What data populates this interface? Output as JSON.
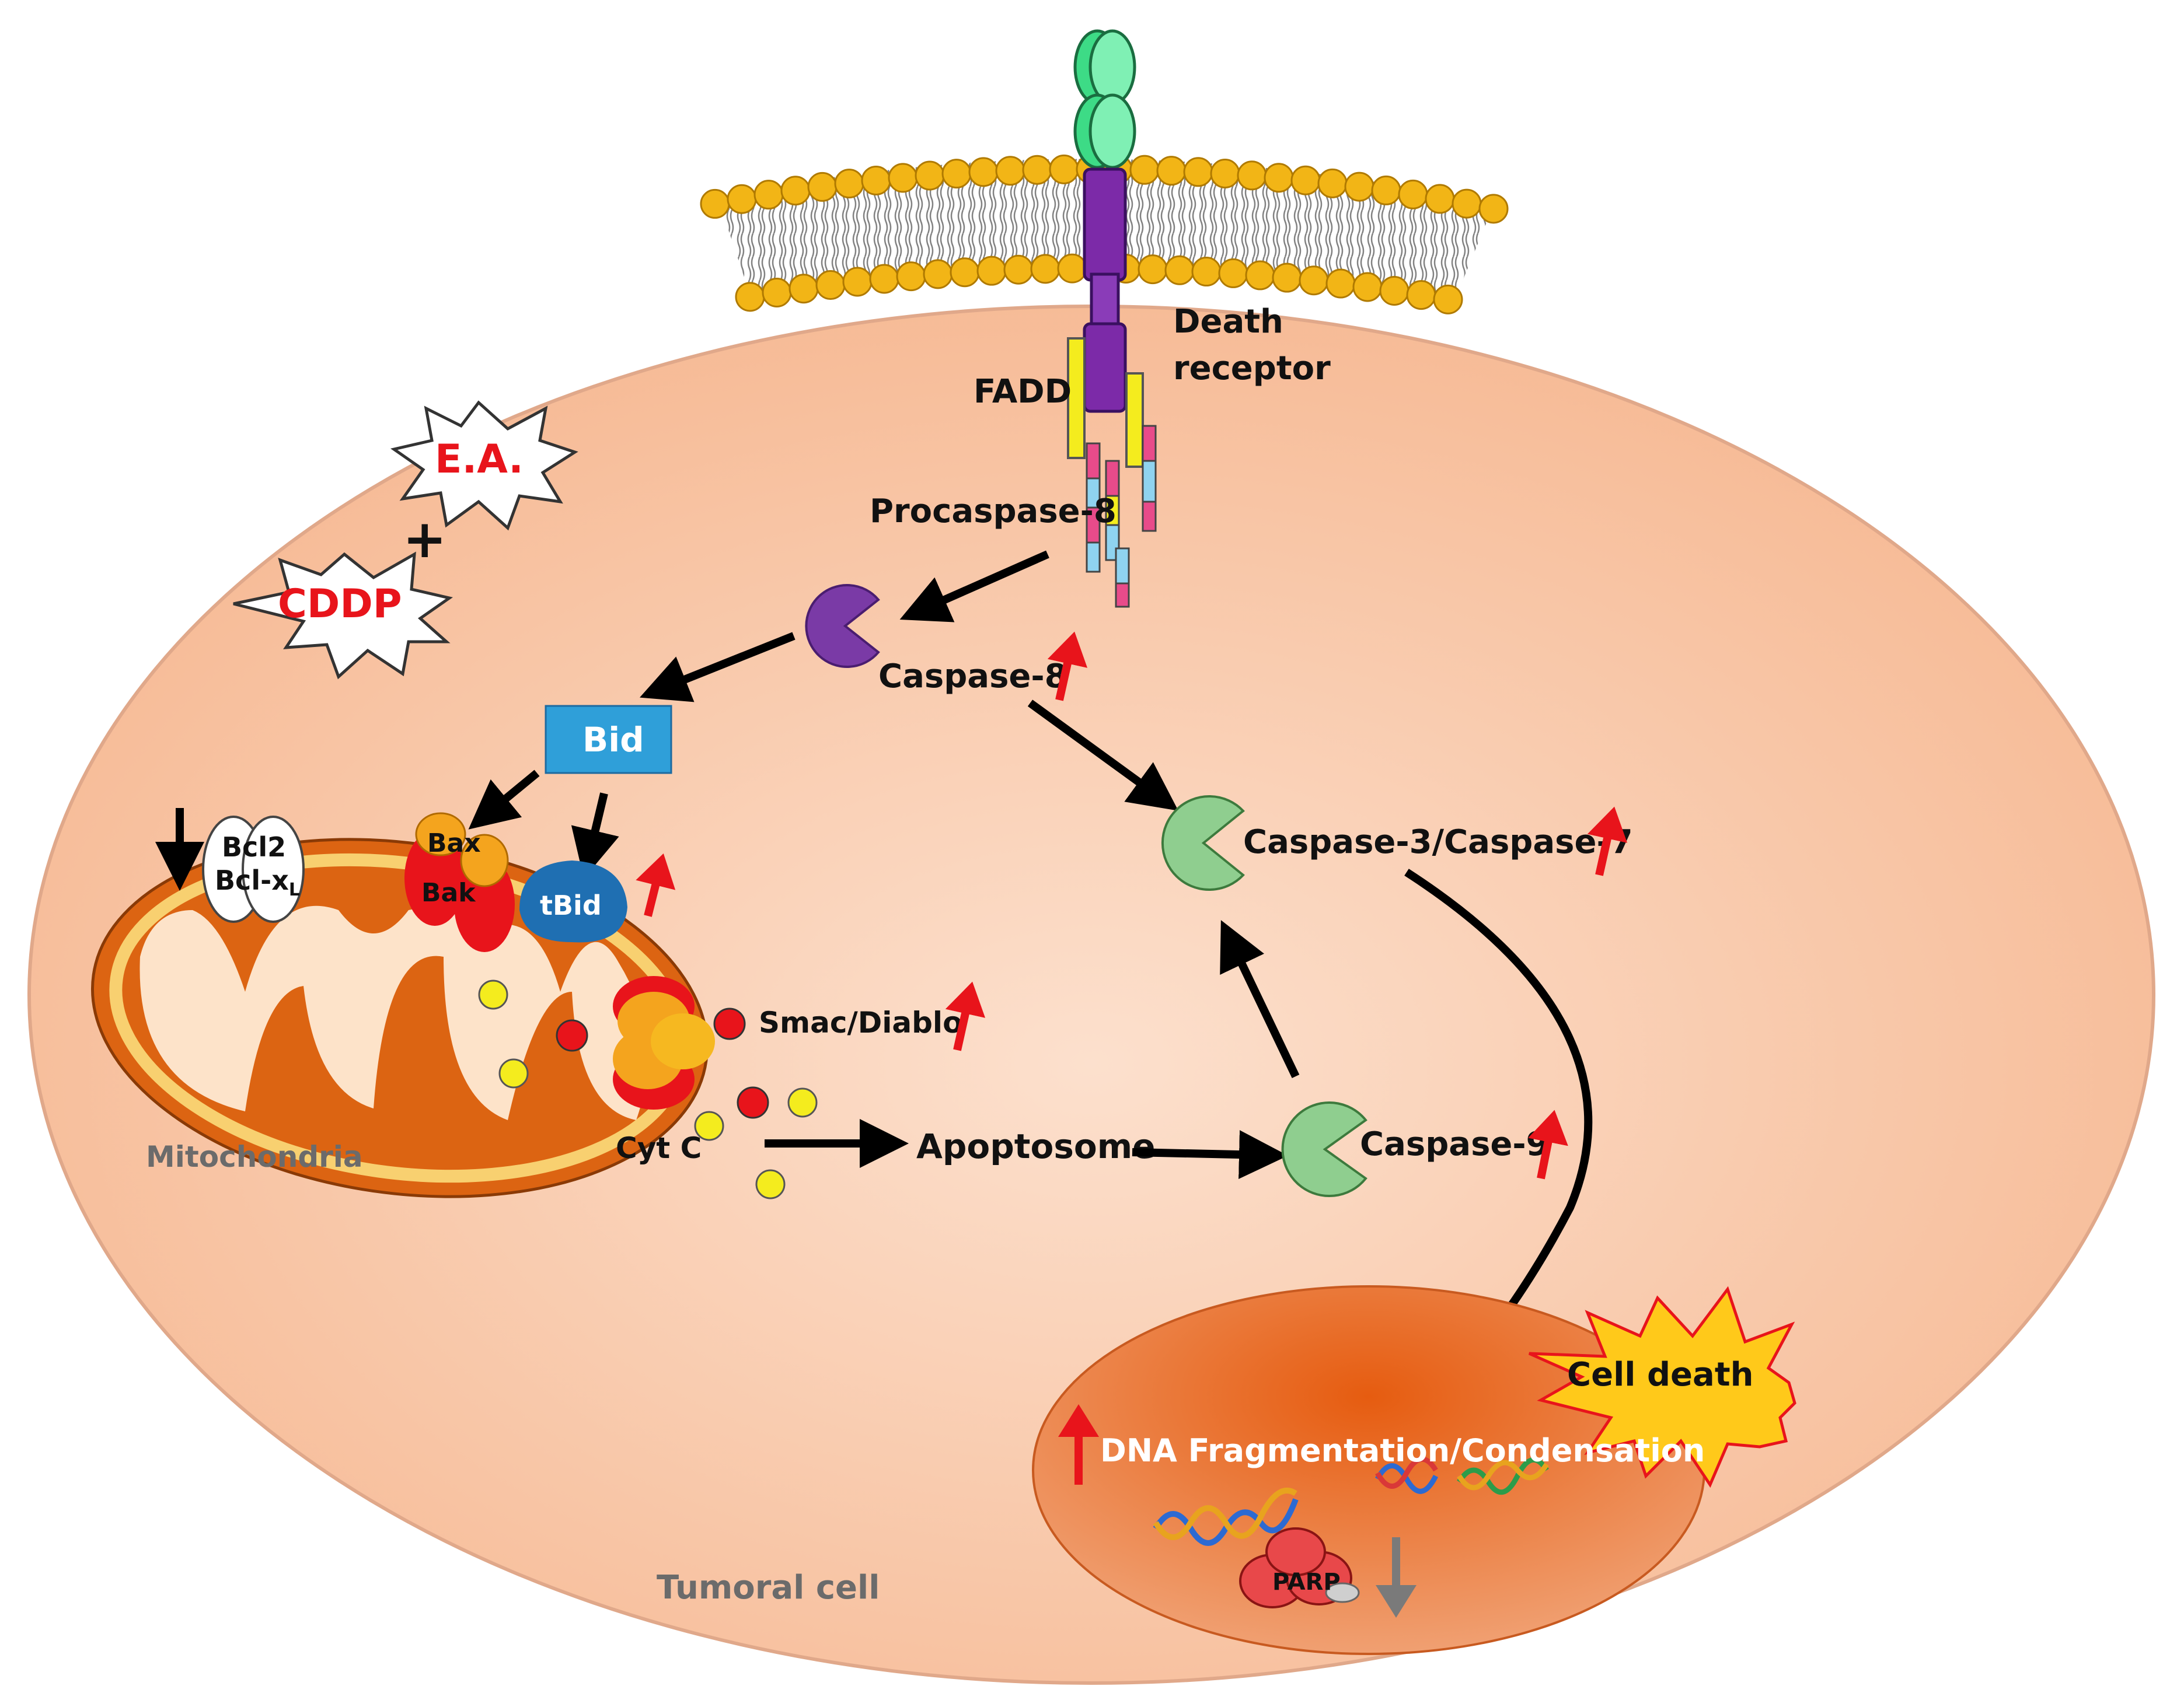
{
  "labels": {
    "death_receptor_line1": "Death",
    "death_receptor_line2": "receptor",
    "fadd": "FADD",
    "procaspase8": "Procaspase-8",
    "caspase8": "Caspase-8",
    "bid": "Bid",
    "tbid": "tBid",
    "bax": "Bax",
    "bak": "Bak",
    "bcl2": "Bcl2",
    "bclxl": "Bcl-x",
    "bclxl_sub": "L",
    "mitochondria": "Mitochondria",
    "smac": "Smac/Diablo",
    "cytc": "Cyt C",
    "apoptosome": "Apoptosome",
    "caspase9": "Caspase-9",
    "caspase37": "Caspase-3/Caspase-7",
    "dna": "DNA Fragmentation/Condensation",
    "parp": "PARP",
    "cell_death": "Cell death",
    "tumoral_cell": "Tumoral cell",
    "ea": "E.A.",
    "plus": "+",
    "cddp": "CDDP"
  },
  "colors": {
    "cell_fill": "#f9c6a6",
    "membrane_head": "#f2b516",
    "receptor_purple": "#7c2aa8",
    "caspase8_purple": "#7a3aa6",
    "caspase_green": "#8fce8f",
    "bid_blue": "#2f9fd9",
    "tbid_blue": "#1f6fb2",
    "mito_orange": "#dc6412",
    "nucleus_orange": "#e06e2a",
    "drug_red": "#e8141b",
    "up_arrow_red": "#e8141b"
  }
}
